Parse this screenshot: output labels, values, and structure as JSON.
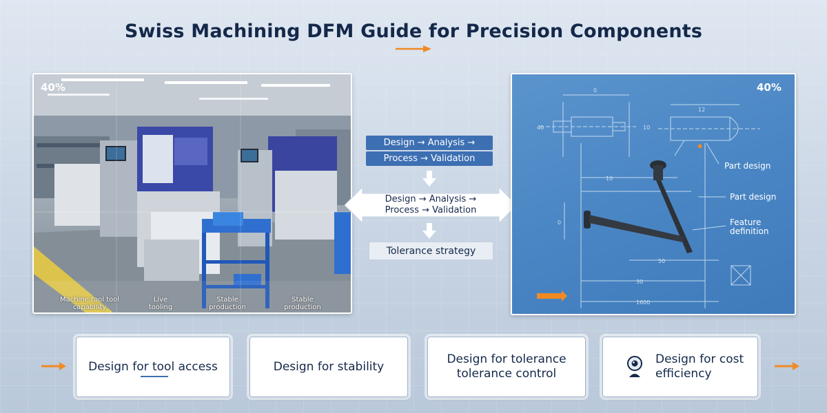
{
  "title": "Swiss Machining DFM Guide for Precision Components",
  "colors": {
    "accent_orange": "#f08a24",
    "flow_blue": "#3d6fb3",
    "navy_text": "#14284a",
    "blueprint_blue": "#4a86c4"
  },
  "left_panel": {
    "percent": "40%",
    "captions": [
      "Machine tool tool capability",
      "Live tooling",
      "Stable production",
      "Stable production"
    ]
  },
  "right_panel": {
    "percent": "40%",
    "labels": [
      "Part design",
      "Part design",
      "Feature definition"
    ]
  },
  "flow": {
    "box1": "Design → Analysis →",
    "box2": "Process → Validation",
    "center_line1": "Design → Analysis →",
    "center_line2": "Process → Validation",
    "tolerance": "Tolerance strategy"
  },
  "cards": [
    {
      "label": "Design for tool access"
    },
    {
      "label": "Design for stability"
    },
    {
      "label": "Design for tolerance tolerance control"
    },
    {
      "label": "Design for cost efficiency",
      "icon": "webcam-icon"
    }
  ]
}
